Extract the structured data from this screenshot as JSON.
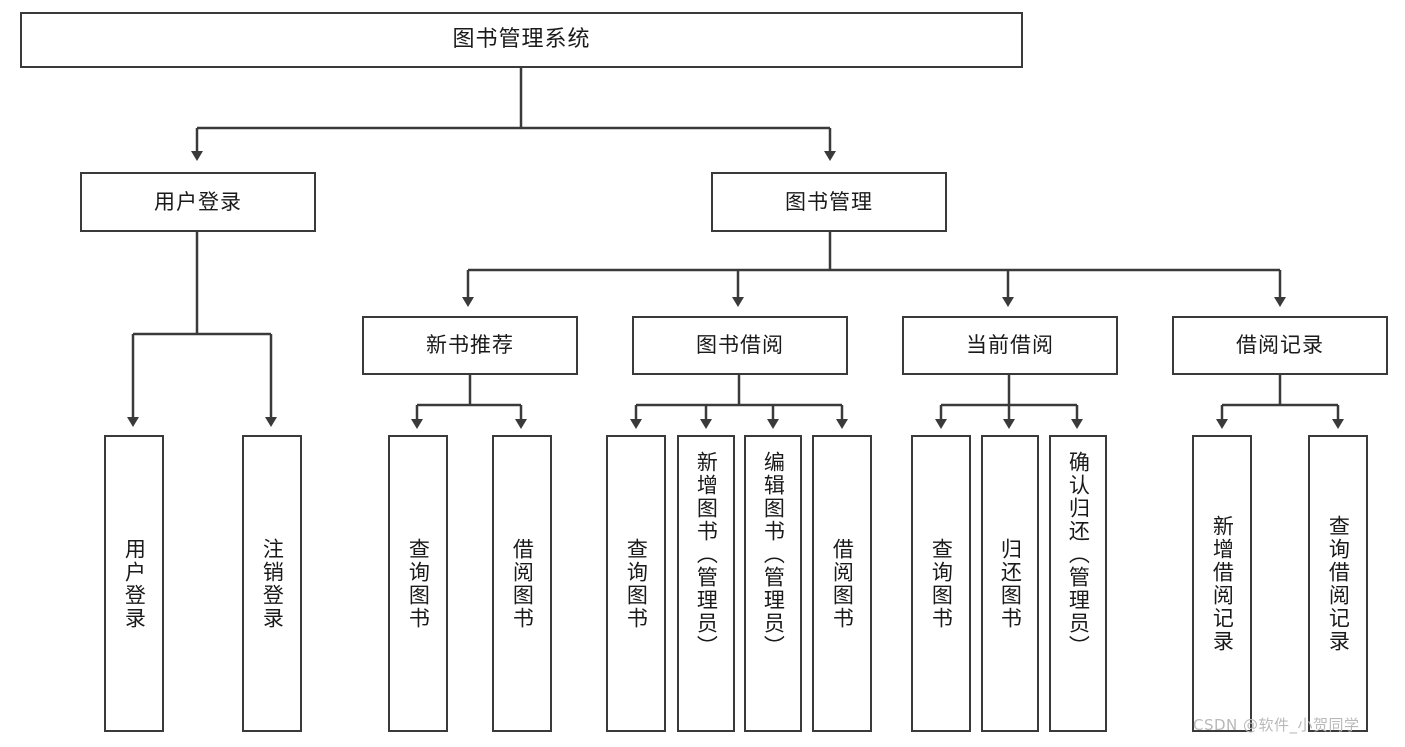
{
  "diagram": {
    "title": "图书管理系统",
    "watermark": "CSDN @软件_小贺同学",
    "line_color": "#3a3a3a",
    "text_color": "#1a1a1a",
    "background": "#ffffff",
    "root": {
      "label": "图书管理系统"
    },
    "level2": [
      {
        "label": "用户登录"
      },
      {
        "label": "图书管理"
      }
    ],
    "level3": [
      {
        "label": "新书推荐"
      },
      {
        "label": "图书借阅"
      },
      {
        "label": "当前借阅"
      },
      {
        "label": "借阅记录"
      }
    ],
    "leaves": {
      "user_login": [
        {
          "label": "用户登录"
        },
        {
          "label": "注销登录"
        }
      ],
      "new_book": [
        {
          "label": "查询图书"
        },
        {
          "label": "借阅图书"
        }
      ],
      "book_borrow": [
        {
          "label": "查询图书"
        },
        {
          "label": "新增图书（管理员）"
        },
        {
          "label": "编辑图书（管理员）"
        },
        {
          "label": "借阅图书"
        }
      ],
      "current_borrow": [
        {
          "label": "查询图书"
        },
        {
          "label": "归还图书"
        },
        {
          "label": "确认归还（管理员）"
        }
      ],
      "borrow_record": [
        {
          "label": "新增借阅记录"
        },
        {
          "label": "查询借阅记录"
        }
      ]
    }
  }
}
